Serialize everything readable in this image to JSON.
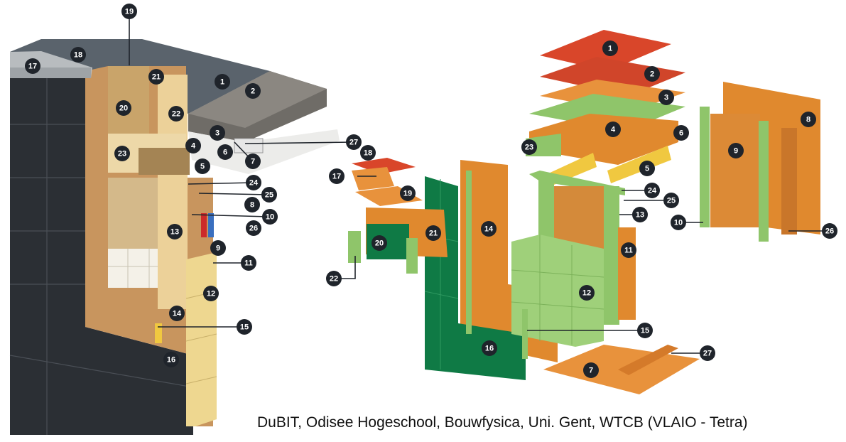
{
  "credit": "DuBIT, Odisee Hogeschool, Bouwfysica, Uni. Gent, WTCB (VLAIO - Tetra)",
  "colors": {
    "facade_dark": "#2b2f34",
    "roof_grey": "#5c6670",
    "wood": "#c8955e",
    "insulation_yellow": "#e9cf8c",
    "orange_panel": "#e0892e",
    "red_panel": "#d9462a",
    "green_light": "#8fc56a",
    "green_dark": "#0f7a45",
    "yellow_stud": "#f0c840",
    "badge": "#1f242b"
  },
  "left_view_labels": [
    "1",
    "2",
    "3",
    "4",
    "5",
    "6",
    "7",
    "8",
    "9",
    "10",
    "11",
    "12",
    "13",
    "14",
    "15",
    "16",
    "17",
    "18",
    "19",
    "20",
    "21",
    "22",
    "23",
    "24",
    "25",
    "26",
    "27"
  ],
  "right_view_labels": [
    "1",
    "2",
    "3",
    "4",
    "5",
    "6",
    "7",
    "8",
    "9",
    "10",
    "11",
    "12",
    "13",
    "14",
    "15",
    "16",
    "17",
    "18",
    "19",
    "20",
    "21",
    "22",
    "23",
    "24",
    "25",
    "26",
    "27"
  ]
}
